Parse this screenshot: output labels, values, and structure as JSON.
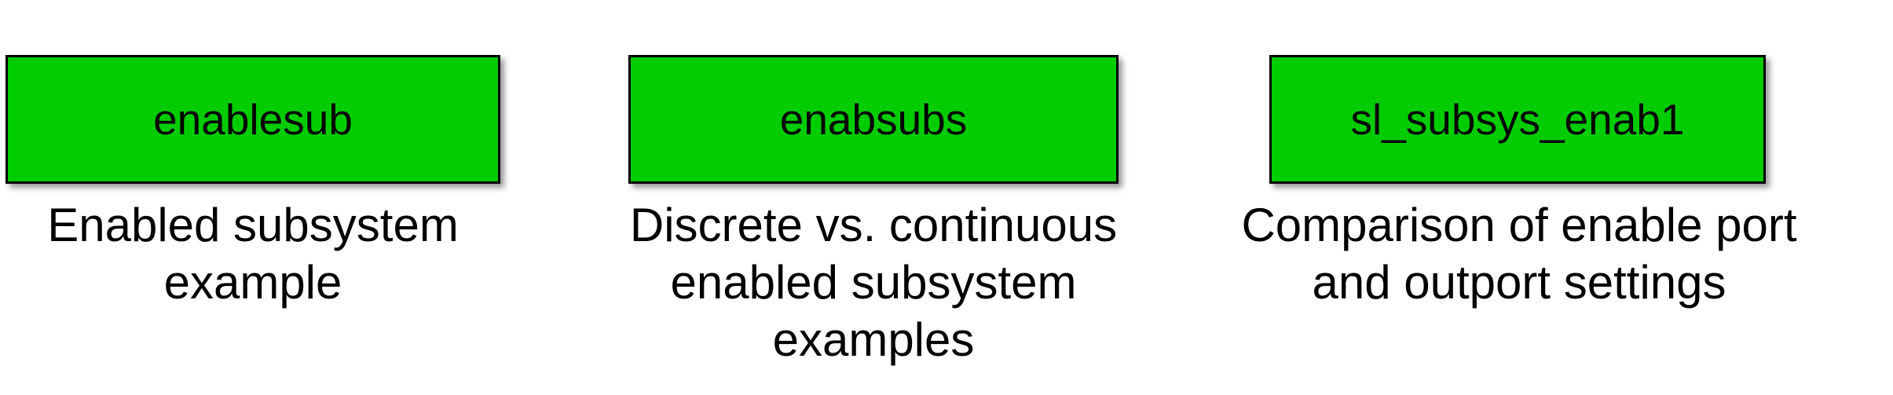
{
  "colors": {
    "canvas_background": "#ffffff",
    "block_fill": "#00CC00",
    "block_border": "#000000",
    "text": "#000000"
  },
  "blocks": [
    {
      "label": "enablesub",
      "caption_lines": [
        "Enabled subsystem",
        "example"
      ]
    },
    {
      "label": "enabsubs",
      "caption_lines": [
        "Discrete vs. continuous",
        "enabled subsystem",
        "examples"
      ]
    },
    {
      "label": "sl_subsys_enab1",
      "caption_lines": [
        "Comparison of enable port",
        "and outport settings"
      ]
    }
  ]
}
